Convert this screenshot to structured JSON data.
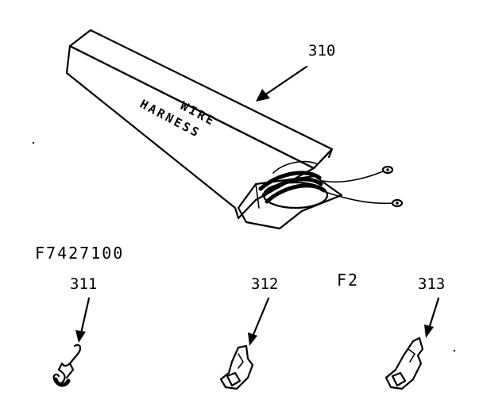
{
  "diagram": {
    "part_number": "F7427100",
    "figure": "F2",
    "box_label": {
      "line1": "WIRE",
      "line2": "HARNESS"
    },
    "callouts": {
      "harness": "310",
      "terminal_a": "311",
      "terminal_b": "312",
      "terminal_c": "313"
    }
  }
}
